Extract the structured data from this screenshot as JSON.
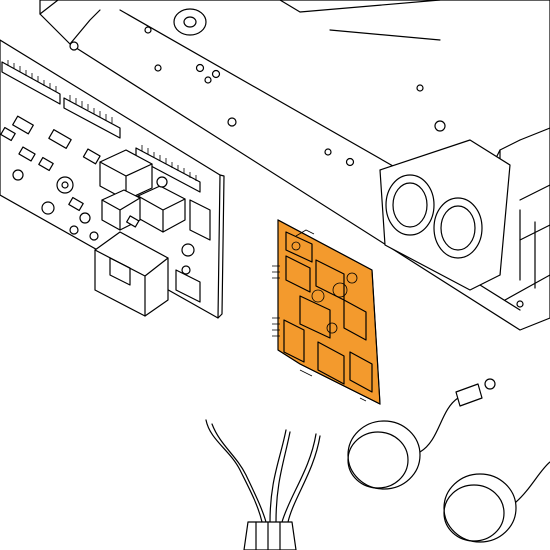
{
  "diagram": {
    "highlight_color": "#F39A2D",
    "line_color": "#000000",
    "background_color": "#FFFFFF",
    "parts": [
      {
        "name": "housing-panel",
        "highlighted": false
      },
      {
        "name": "main-control-board",
        "highlighted": false
      },
      {
        "name": "relay-control-board",
        "highlighted": true
      },
      {
        "name": "wire-harness-connector",
        "highlighted": false
      },
      {
        "name": "indicator-light-upper",
        "highlighted": false
      },
      {
        "name": "indicator-light-lower",
        "highlighted": false
      }
    ]
  }
}
